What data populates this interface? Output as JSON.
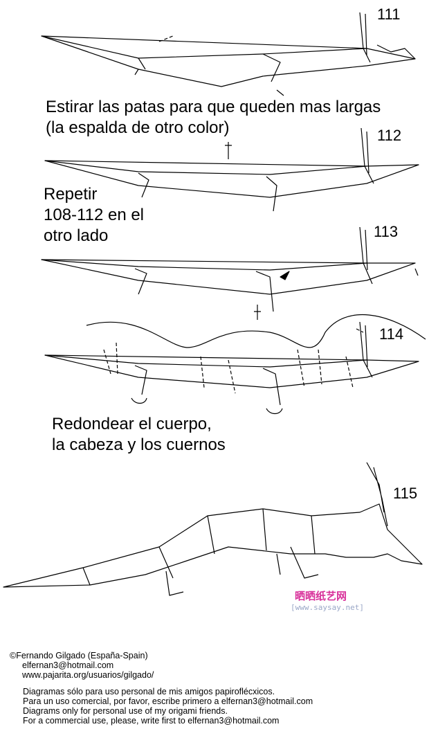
{
  "steps": [
    {
      "number": "111",
      "text": "Estirar las patas para que queden mas largas\n(la espalda de otro color)"
    },
    {
      "number": "112",
      "text": "Repetir\n108-112 en el\notro lado"
    },
    {
      "number": "113",
      "text": ""
    },
    {
      "number": "114",
      "text": "Redondear el cuerpo,\nla cabeza y los cuernos"
    },
    {
      "number": "115",
      "text": ""
    }
  ],
  "credits": {
    "copyright": "©Fernando Gilgado (España-Spain)",
    "email": "elfernan3@hotmail.com",
    "website": "www.pajarita.org/usuarios/gilgado/"
  },
  "notice": [
    "Diagramas sólo para uso personal de mis amigos papiroflécxicos.",
    "Para un uso comercial, por favor, escribe primero a elfernan3@hotmail.com",
    "Diagrams only for personal use of my origami friends.",
    "For a commercial use, please, write first to elfernan3@hotmail.com"
  ],
  "watermark": {
    "logo": "晒晒纸艺网",
    "url": "[www.saysay.net]"
  },
  "colors": {
    "ink": "#000000",
    "background": "#ffffff",
    "watermark": "#d8309a"
  }
}
